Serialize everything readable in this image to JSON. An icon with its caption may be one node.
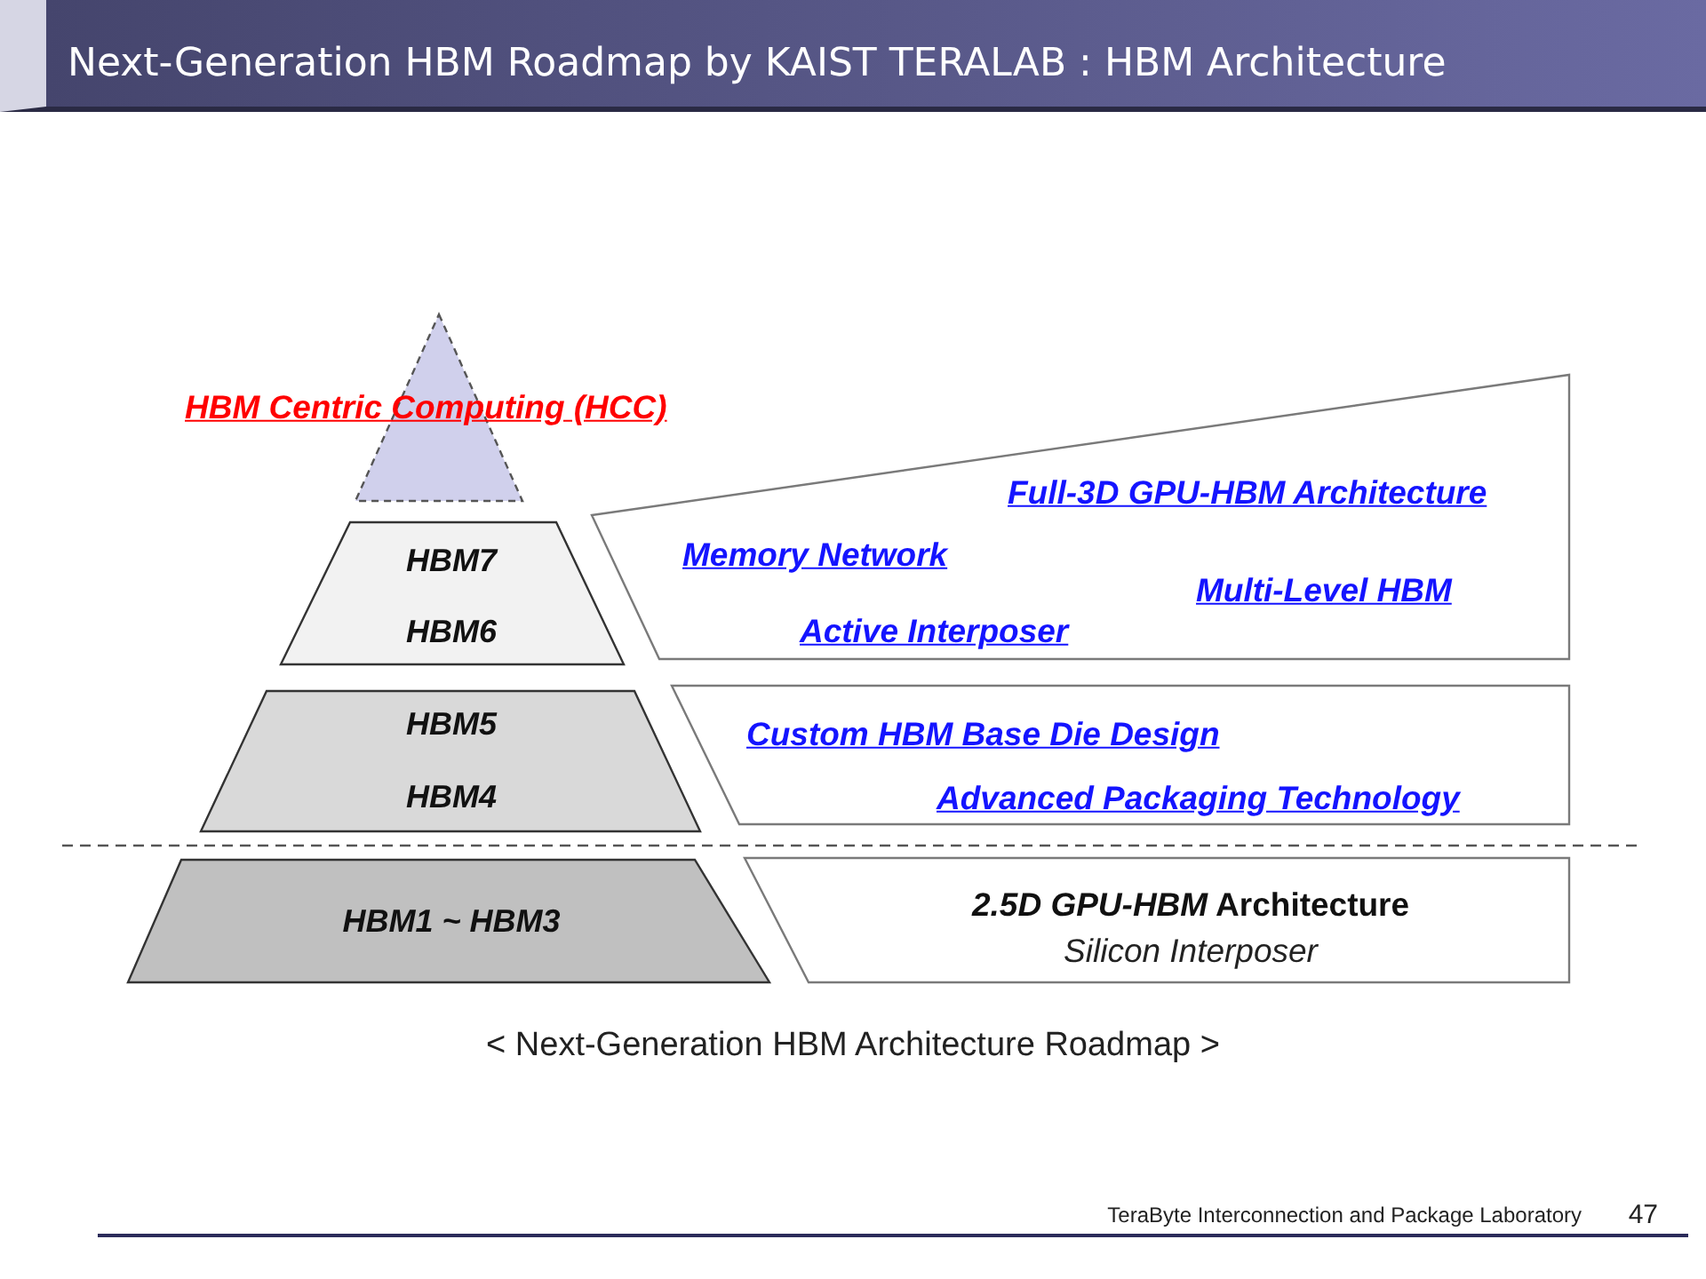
{
  "diagram": {
    "title": "Next-Generation HBM Roadmap by KAIST TERALAB : HBM Architecture",
    "caption": "< Next-Generation HBM Architecture Roadmap >",
    "nodes": [
      {
        "text": [
          "HBM Centric Computing (HCC)"
        ]
      },
      {
        "text": [
          "HBM7",
          "HBM6"
        ]
      },
      {
        "text": [
          "HBM5",
          "HBM4"
        ]
      },
      {
        "text": [
          "HBM1 ~ HBM3"
        ]
      },
      {
        "text": [
          "Full-3D GPU-HBM Architecture",
          "Memory Network",
          "Multi-Level HBM",
          "Active Interposer"
        ]
      },
      {
        "text": [
          "Custom HBM Base Die Design",
          "Advanced Packaging Technology"
        ]
      },
      {
        "text": [
          "*2.5D GPU-HBM* Architecture",
          "Silicon Interposer"
        ]
      }
    ],
    "labels": [
      "TeraByte Interconnection and Package Laboratory",
      "47"
    ]
  }
}
